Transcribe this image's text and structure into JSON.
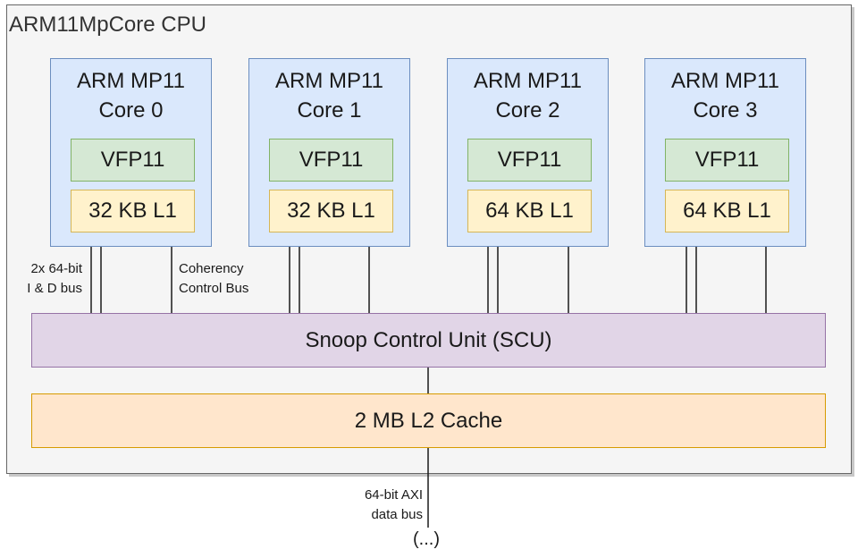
{
  "diagram": {
    "title": "ARM11MpCore CPU",
    "cores": [
      {
        "title_line1": "ARM MP11",
        "title_line2": "Core 0",
        "fpu": "VFP11",
        "cache": "32 KB L1"
      },
      {
        "title_line1": "ARM MP11",
        "title_line2": "Core 1",
        "fpu": "VFP11",
        "cache": "32 KB L1"
      },
      {
        "title_line1": "ARM MP11",
        "title_line2": "Core 2",
        "fpu": "VFP11",
        "cache": "64 KB L1"
      },
      {
        "title_line1": "ARM MP11",
        "title_line2": "Core 3",
        "fpu": "VFP11",
        "cache": "64 KB L1"
      }
    ],
    "scu": "Snoop Control Unit (SCU)",
    "l2": "2 MB L2 Cache",
    "labels": {
      "id_bus_line1": "2x 64-bit",
      "id_bus_line2": "I & D bus",
      "coherency_line1": "Coherency",
      "coherency_line2": "Control Bus",
      "axi_line1": "64-bit AXI",
      "axi_line2": "data bus",
      "continuation": "(...)"
    },
    "colors": {
      "core_fill": "#dae8fc",
      "core_stroke": "#6c8ebf",
      "fpu_fill": "#d5e8d4",
      "fpu_stroke": "#82b366",
      "l1_fill": "#fff2cc",
      "l1_stroke": "#d6b656",
      "scu_fill": "#e1d5e7",
      "scu_stroke": "#9673a6",
      "l2_fill": "#ffe6cc",
      "l2_stroke": "#d79b00",
      "container_fill": "#f5f5f5",
      "container_stroke": "#666666"
    }
  }
}
